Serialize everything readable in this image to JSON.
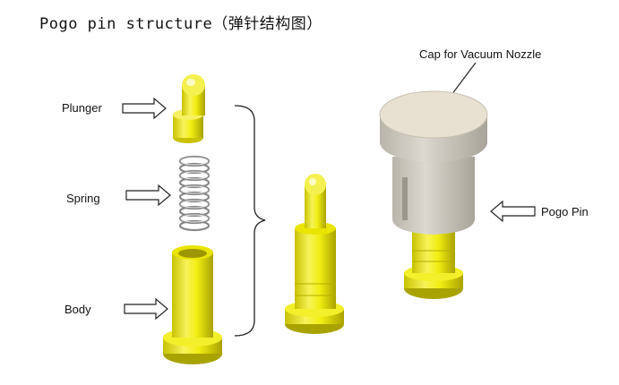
{
  "title": "Pogo pin structure（弹针结构图）",
  "labels": {
    "plunger": "Plunger",
    "spring": "Spring",
    "body": "Body",
    "cap": "Cap for Vacuum Nozzle",
    "pogo_pin": "Pogo Pin"
  },
  "colors": {
    "yellow": "#f2ee12",
    "yellow_dark": "#c9c200",
    "cap_gray": "#d6d2c8",
    "cap_top": "#e8e0d0"
  }
}
